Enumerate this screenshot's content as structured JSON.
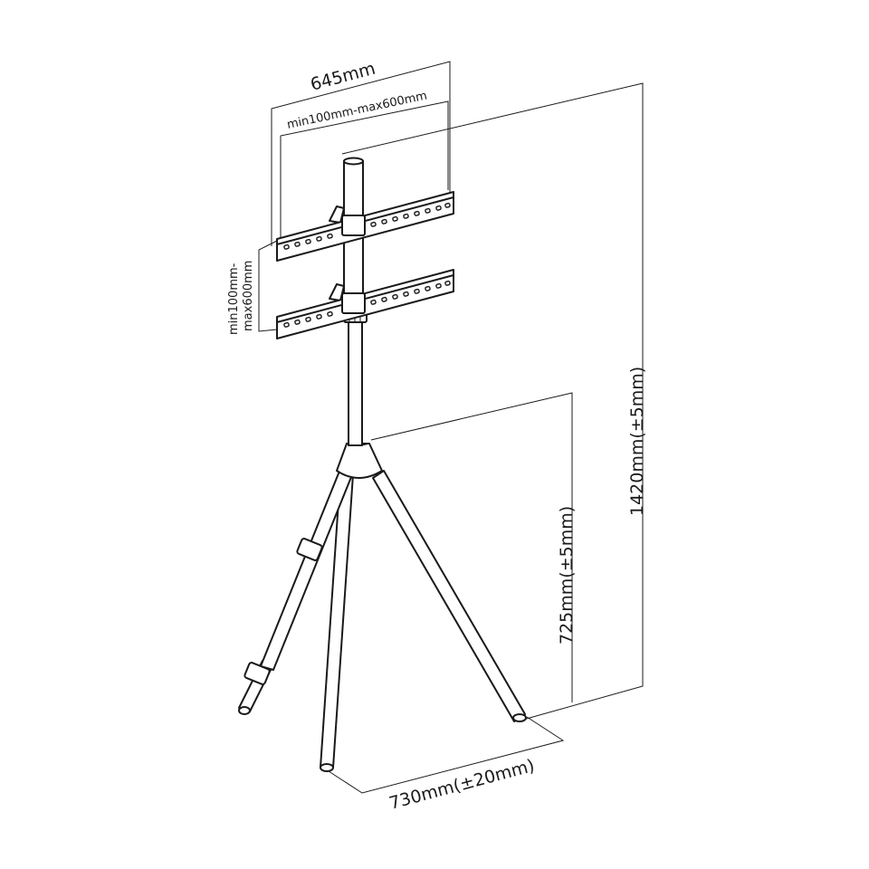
{
  "dimensions": {
    "width_overall": "645mm",
    "vesa_horizontal": "min100mm-max600mm",
    "vesa_vertical_line1": "min100mm-",
    "vesa_vertical_line2": "max600mm",
    "height_total": "1420mm(±5mm)",
    "height_base": "725mm(±5mm)",
    "footprint": "730mm(±20mm)"
  },
  "colors": {
    "line": "#1a1a1a",
    "background": "#ffffff"
  }
}
